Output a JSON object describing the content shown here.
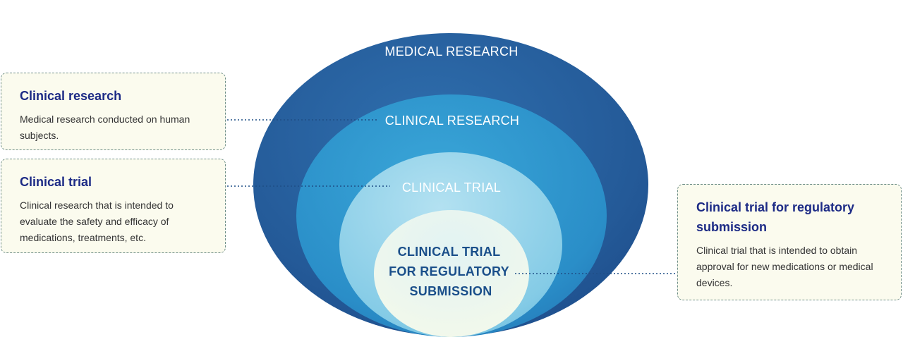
{
  "diagram": {
    "rings": [
      {
        "label": "MEDICAL RESEARCH"
      },
      {
        "label": "CLINICAL RESEARCH"
      },
      {
        "label": "CLINICAL TRIAL"
      },
      {
        "label_lines": [
          "CLINICAL TRIAL",
          "FOR REGULATORY",
          "SUBMISSION"
        ]
      }
    ]
  },
  "boxes": {
    "clinical_research": {
      "title": "Clinical research",
      "description": "Medical research conducted on human subjects."
    },
    "clinical_trial": {
      "title": "Clinical trial",
      "description": "Clinical research that is intended to evaluate the safety and efficacy of medications, treatments, etc."
    },
    "regulatory_submission": {
      "title": "Clinical trial for regulatory submission",
      "description": "Clinical trial that is intended to obtain approval for new medications or medical devices."
    }
  },
  "colors": {
    "outer_ring": "#2a5a98",
    "second_ring": "#2f93c9",
    "third_ring": "#8fd0e8",
    "inner_ring": "#edf7ee",
    "light_label": "#ffffff",
    "dark_label": "#1a4f8a",
    "box_title": "#1c2a85",
    "box_border": "#6f8f88",
    "box_background": "#fbfbee"
  }
}
